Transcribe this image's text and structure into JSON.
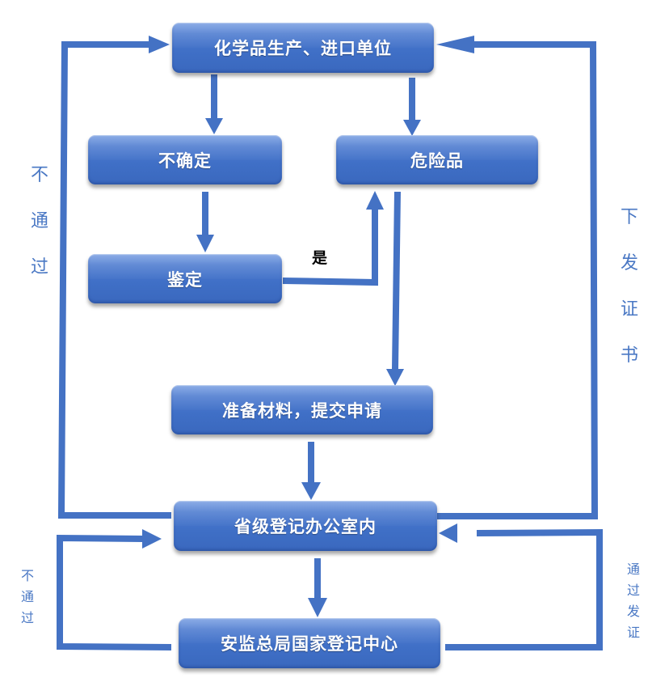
{
  "diagram": {
    "type": "flowchart",
    "colors": {
      "node_fill": "#4472c4",
      "arrow": "#4472c4",
      "node_text": "#ffffff",
      "side_label": "#4a78c4"
    },
    "nodes": {
      "producer": "化学品生产、进口单位",
      "uncertain": "不确定",
      "hazardous": "危险品",
      "identify": "鉴定",
      "prepare": "准备材料，提交申请",
      "provincial": "省级登记办公室内",
      "national": "安监总局国家登记中心"
    },
    "labels": {
      "yes": "是",
      "fail_top": [
        "不",
        "通",
        "过"
      ],
      "issue_cert": [
        "下",
        "发",
        "证",
        "书"
      ],
      "fail_bottom": [
        "不",
        "通",
        "过"
      ],
      "pass_cert": [
        "通",
        "过",
        "发",
        "证"
      ]
    },
    "edges": [
      {
        "from": "producer",
        "to": "uncertain"
      },
      {
        "from": "producer",
        "to": "hazardous"
      },
      {
        "from": "uncertain",
        "to": "identify"
      },
      {
        "from": "identify",
        "to": "hazardous",
        "label": "是"
      },
      {
        "from": "hazardous",
        "to": "prepare"
      },
      {
        "from": "prepare",
        "to": "provincial"
      },
      {
        "from": "provincial",
        "to": "producer",
        "label": "不通过"
      },
      {
        "from": "provincial",
        "to": "producer",
        "label": "下发证书"
      },
      {
        "from": "provincial",
        "to": "national"
      },
      {
        "from": "national",
        "to": "provincial",
        "label": "不通过"
      },
      {
        "from": "national",
        "to": "provincial",
        "label": "通过发证"
      }
    ]
  }
}
